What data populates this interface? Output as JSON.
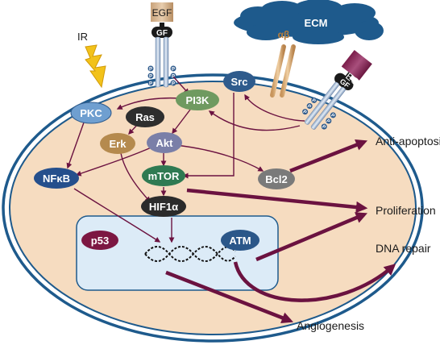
{
  "receptors": {
    "egf_top": "EGF",
    "gf_top": "GF",
    "egf_right": "EGF",
    "gf_right": "GF",
    "p": "P",
    "alpha_beta": "αβ",
    "ecm": "ECM",
    "ir": "IR"
  },
  "nodes": {
    "pkc": "PKC",
    "ras": "Ras",
    "pi3k": "PI3K",
    "src": "Src",
    "erk": "Erk",
    "akt": "Akt",
    "nfkb": "NFκB",
    "mtor": "mTOR",
    "bcl2": "Bcl2",
    "hif1a": "HIF1α",
    "p53": "p53",
    "atm": "ATM"
  },
  "outcomes": {
    "anti_apoptosis": "Anti-apoptosis",
    "proliferation": "Proliferation",
    "dna_repair": "DNA repair",
    "angiogenesis": "Angiogenesis"
  },
  "colors": {
    "membrane": "#1e5a8c",
    "cytoplasm": "#f6dcc0",
    "nucleus": "#dcebf7",
    "arrow": "#6b1240",
    "pkc": "#6f9fd0",
    "ras": "#2e2e2e",
    "pi3k": "#6f9a60",
    "src": "#2f5b8c",
    "erk": "#b58a4e",
    "akt": "#7a7fa8",
    "nfkb": "#254f8c",
    "mtor": "#2f7a52",
    "bcl2": "#7a7a7a",
    "hif1a": "#2b2b2b",
    "p53": "#7c1742",
    "atm": "#2b5789"
  }
}
